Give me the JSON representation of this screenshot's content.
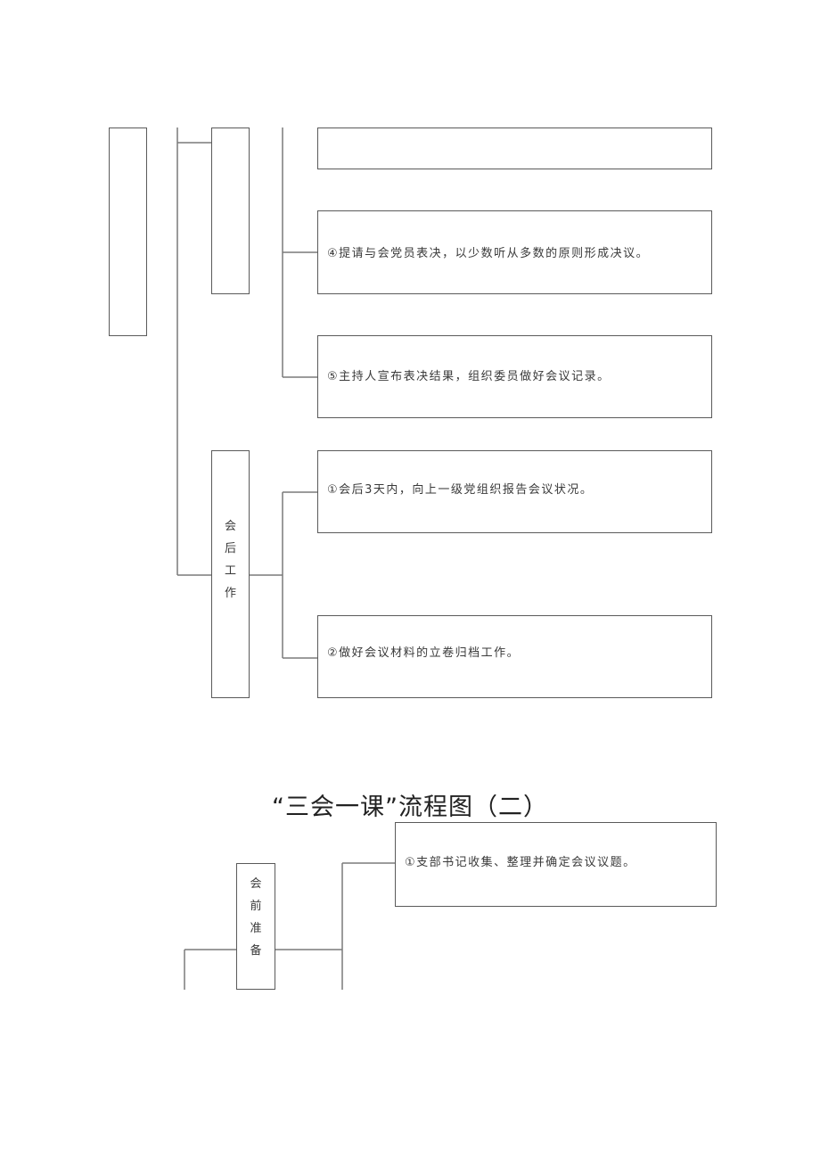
{
  "section1": {
    "steps": [
      "",
      "④提请与会党员表决，以少数听从多数的原则形成决议。",
      "⑤主持人宣布表决结果，组织委员做好会议记录。"
    ],
    "after_meeting": {
      "label_chars": [
        "会",
        "后",
        "工",
        "作"
      ],
      "steps": [
        "①会后3天内，向上一级党组织报告会议状况。",
        "②做好会议材料的立卷归档工作。"
      ]
    }
  },
  "section2": {
    "title": "“三会一课”流程图（二）",
    "before_meeting": {
      "label_chars": [
        "会",
        "前",
        "准",
        "备"
      ],
      "steps": [
        "①支部书记收集、整理并确定会议议题。"
      ]
    }
  }
}
